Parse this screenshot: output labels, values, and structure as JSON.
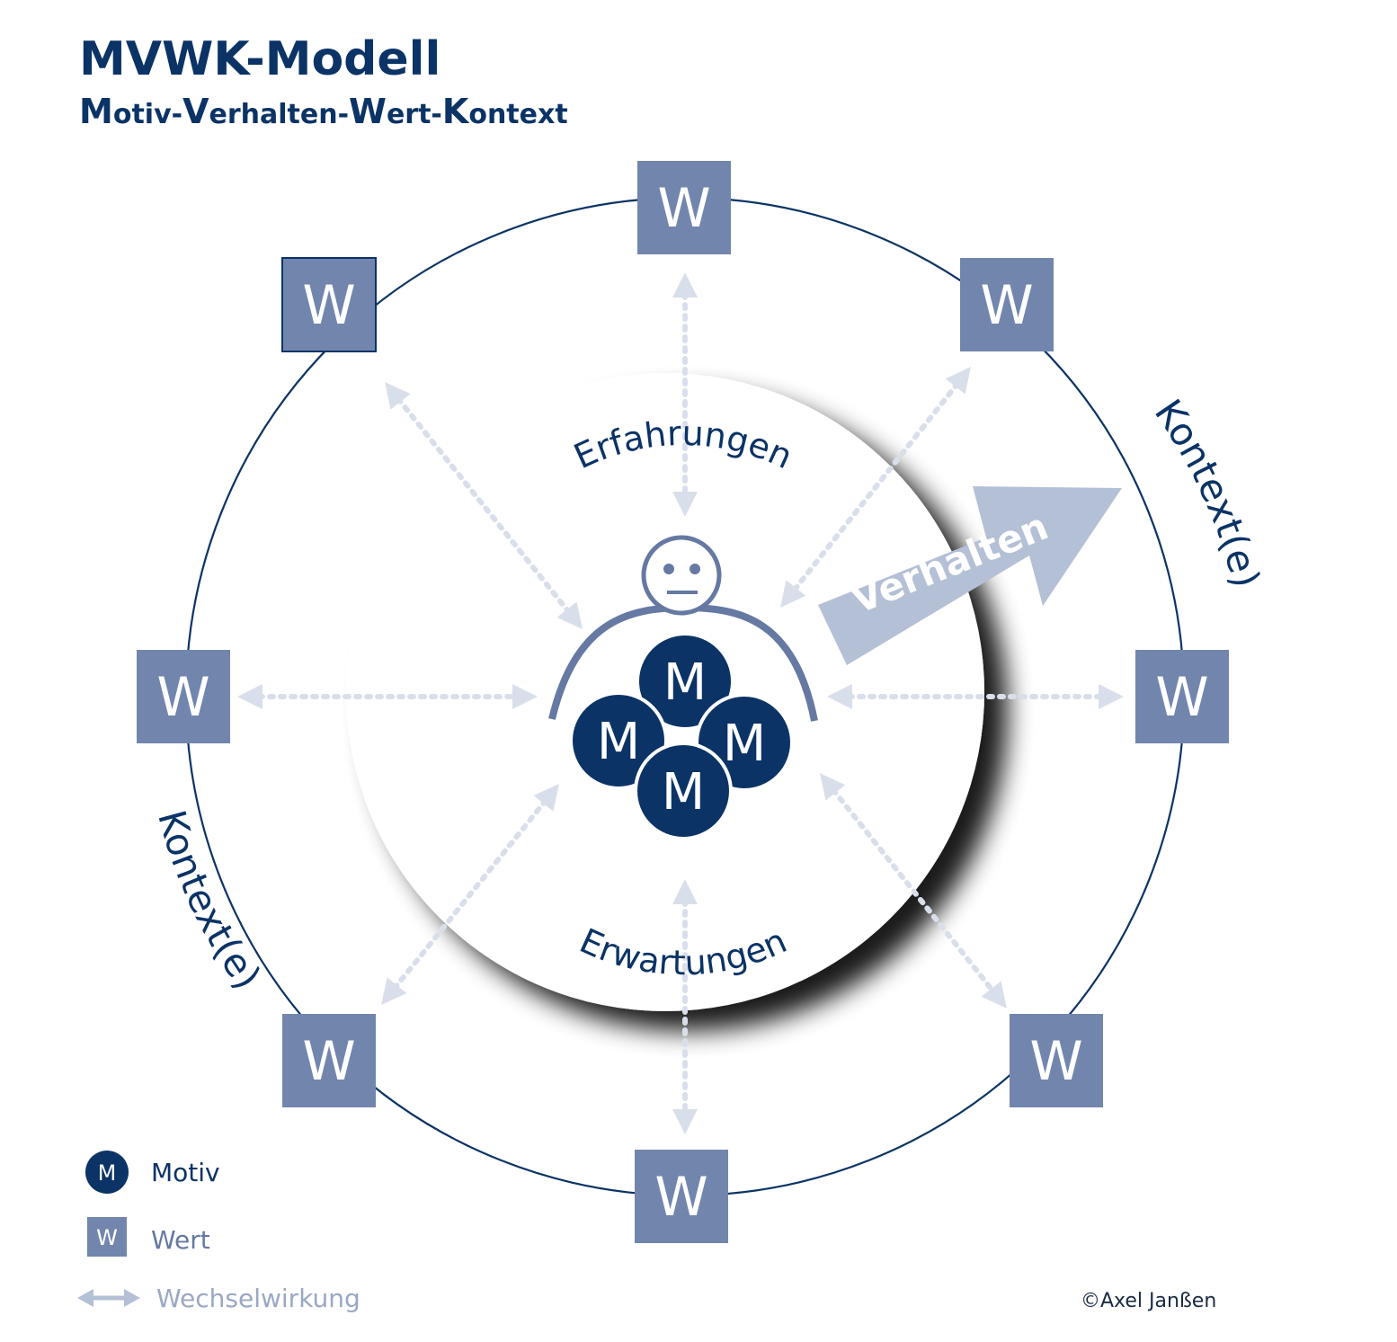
{
  "title": "MVWK-Modell",
  "subtitle_parts": [
    {
      "cap": "M",
      "rest": "otiv-"
    },
    {
      "cap": "V",
      "rest": "erhalten-"
    },
    {
      "cap": "W",
      "rest": "ert-"
    },
    {
      "cap": "K",
      "rest": "ontext"
    }
  ],
  "value_label": "W",
  "motive_label": "M",
  "labels": {
    "top_arc": "Erfahrungen",
    "bottom_arc": "Erwartungen",
    "context_right": "Kontext(e)",
    "context_left": "Kontext(e)",
    "behavior_arrow": "Verhalten"
  },
  "legend": [
    {
      "symbol": "M",
      "text": "Motiv"
    },
    {
      "symbol": "W",
      "text": "Wert"
    },
    {
      "symbol": "arrow",
      "text": "Wechselwirkung"
    }
  ],
  "copyright": "©Axel Janßen",
  "colors": {
    "dark_blue": "#0b3366",
    "value_box": "#7286ad",
    "arrow_light": "#d9dfea",
    "behavior_arrow": "#b4c0d6",
    "legend_arrow_text": "#9aa8c4"
  }
}
